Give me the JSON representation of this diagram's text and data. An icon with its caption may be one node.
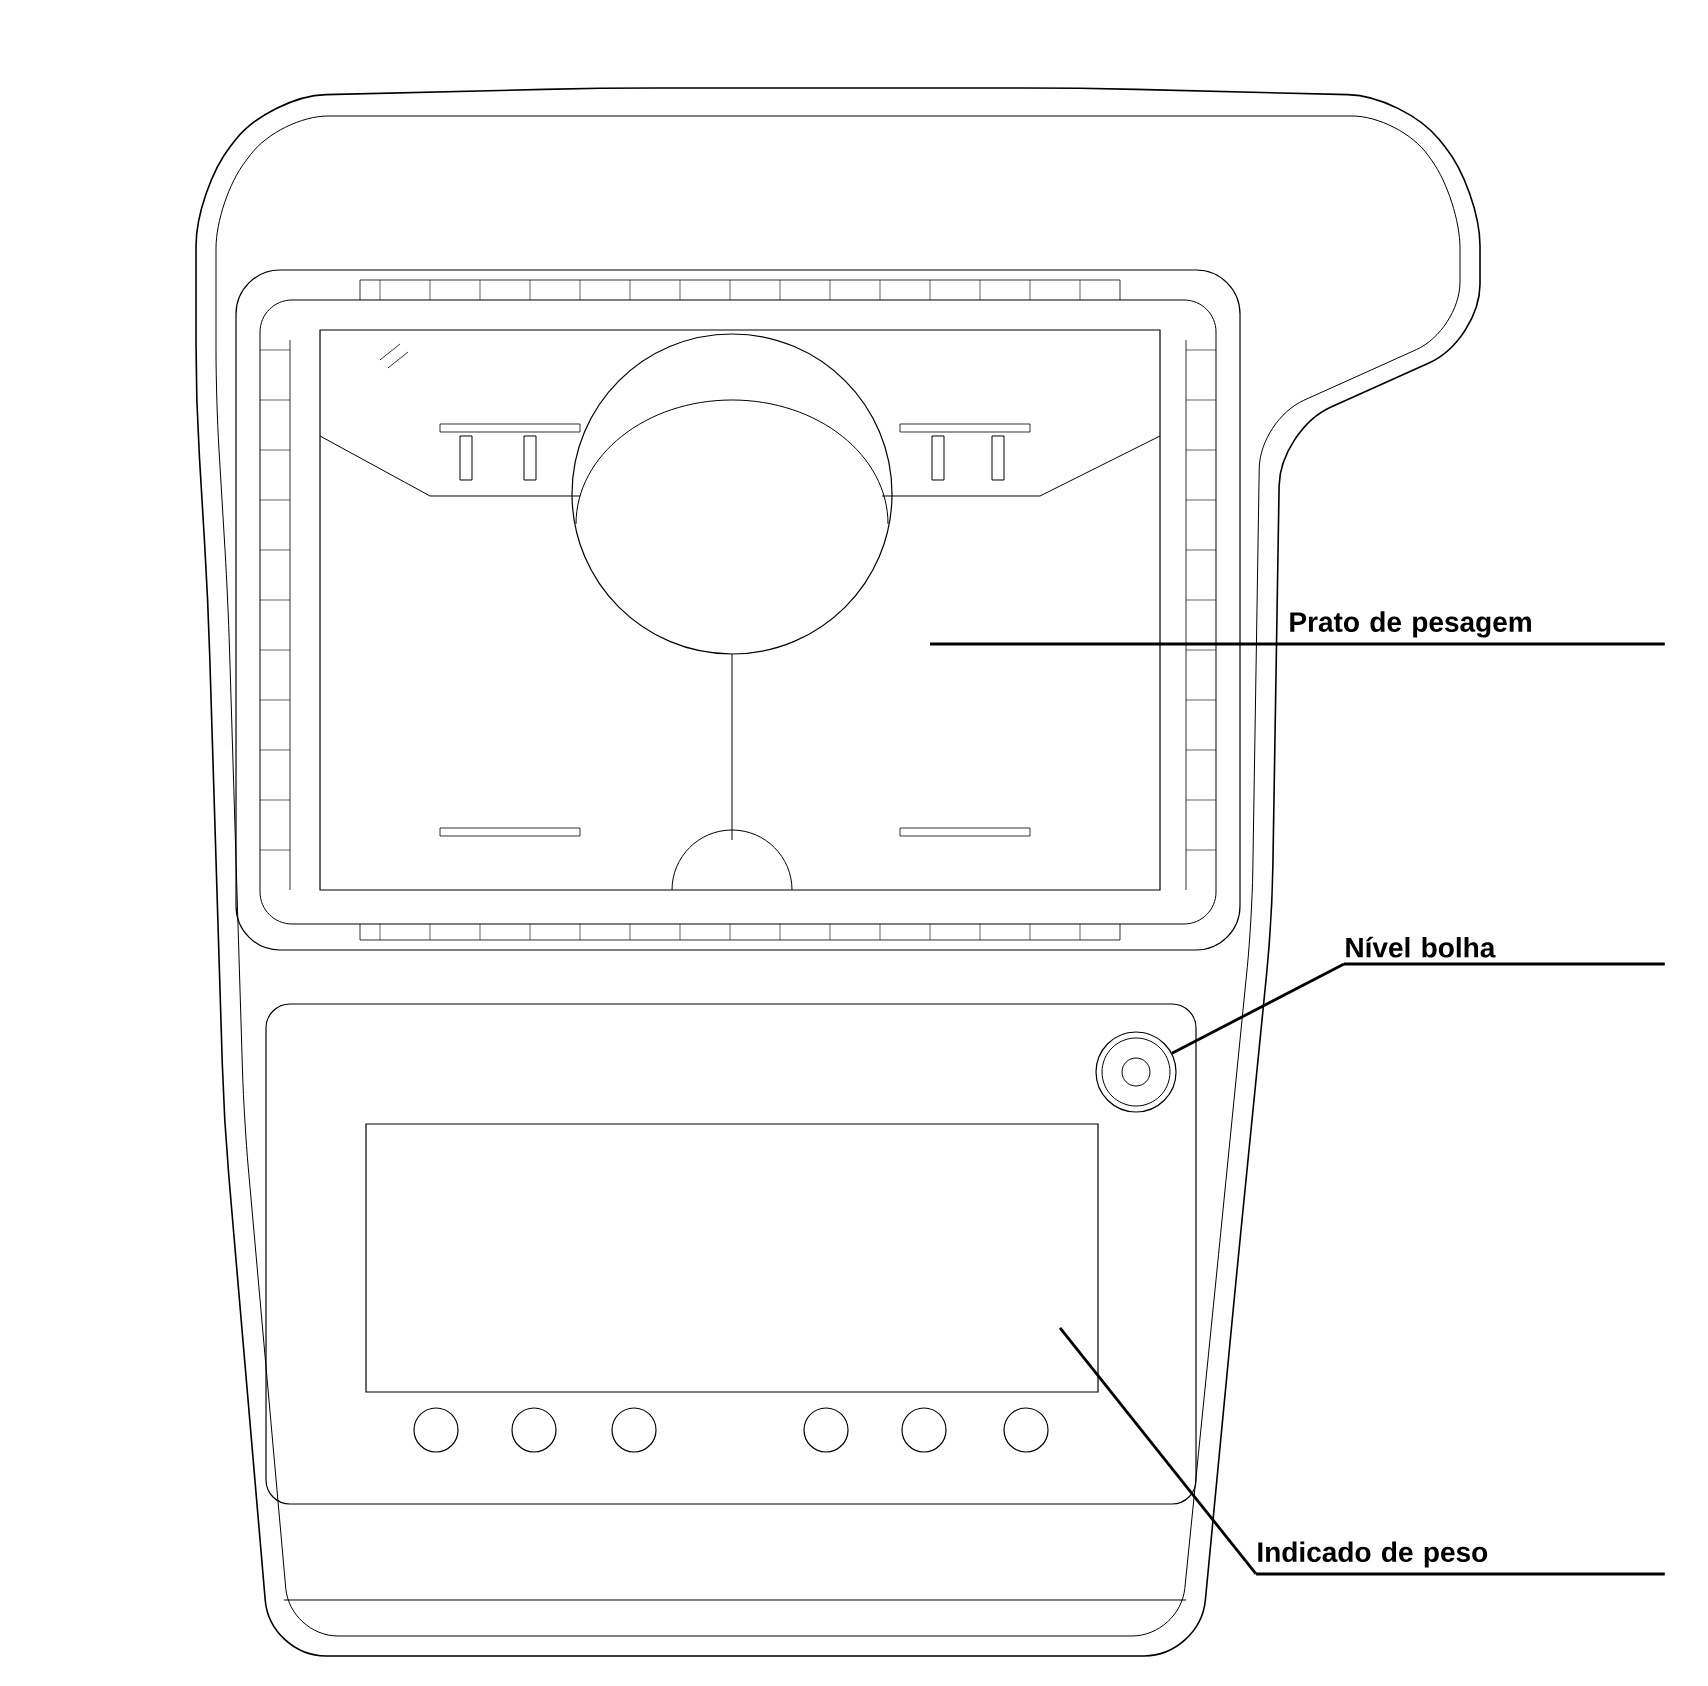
{
  "diagram": {
    "nodes": [
      {
        "text": [
          "Prato de pesagem"
        ]
      },
      {
        "text": [
          "Nível bolha"
        ]
      },
      {
        "text": [
          "Indicado de peso"
        ]
      },
      {
        "text": [],
        "shape": "box"
      },
      {
        "text": [],
        "shape": "circle"
      },
      {
        "text": [],
        "shape": "box"
      }
    ],
    "edges": [
      {
        "from": 0,
        "to": 3,
        "arrow": "none"
      },
      {
        "from": 1,
        "to": 4,
        "arrow": "none"
      },
      {
        "from": 2,
        "to": 5,
        "arrow": "none"
      }
    ]
  }
}
